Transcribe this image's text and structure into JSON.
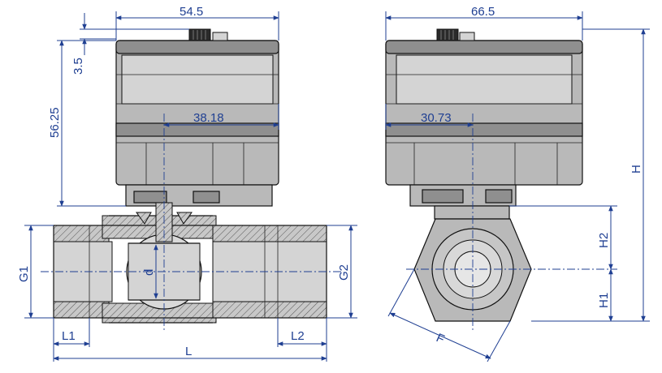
{
  "dimensions": {
    "top_width_left": "54.5",
    "top_offset": "3.5",
    "actuator_height": "56.25",
    "left_stem_offset": "38.18",
    "top_width_right": "66.5",
    "right_stem_offset": "30.73",
    "overall_height": "H",
    "upper_height": "H2",
    "lower_height": "H1",
    "hex_across": "F",
    "left_port": "G1",
    "right_port": "G2",
    "ball_bore": "d",
    "left_thread_len": "L1",
    "right_thread_len": "L2",
    "overall_length": "L"
  },
  "colors": {
    "dimension": "#1f3f92",
    "outline": "#111111",
    "body": "#b9b9b9"
  }
}
